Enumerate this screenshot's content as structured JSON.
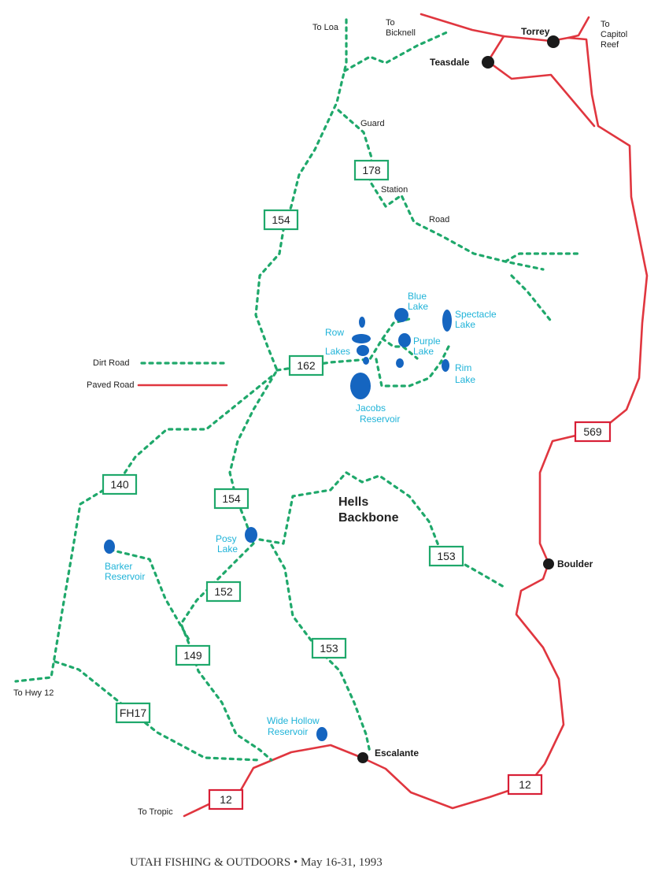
{
  "colors": {
    "dirt_road": "#1fa86b",
    "paved_road": "#e0363f",
    "lake": "#1565c0",
    "lake_label": "#1fb3d8"
  },
  "legend": {
    "dirt_road": "Dirt Road",
    "paved_road": "Paved Road"
  },
  "directions": {
    "to_loa": "To Loa",
    "to_bicknell": [
      "To",
      "Bicknell"
    ],
    "to_capitol_reef": [
      "To",
      "Capitol",
      "Reef"
    ],
    "to_hwy12": "To Hwy 12",
    "to_tropic": "To Tropic"
  },
  "towns": {
    "torrey": "Torrey",
    "teasdale": "Teasdale",
    "boulder": "Boulder",
    "escalante": "Escalante"
  },
  "guard_station": [
    "Guard",
    "Station",
    "Road"
  ],
  "area": [
    "Hells",
    "Backbone"
  ],
  "lakes": {
    "blue": [
      "Blue",
      "Lake"
    ],
    "spectacle": [
      "Spectacle",
      "Lake"
    ],
    "row": [
      "Row",
      "Lakes"
    ],
    "purple": [
      "Purple",
      "Lake"
    ],
    "rim": [
      "Rim",
      "Lake"
    ],
    "jacobs": [
      "Jacobs",
      "Reservoir"
    ],
    "posy": [
      "Posy",
      "Lake"
    ],
    "barker": [
      "Barker",
      "Reservoir"
    ],
    "wide_hollow": [
      "Wide Hollow",
      "Reservoir"
    ]
  },
  "route_shields": {
    "r178": "178",
    "r154a": "154",
    "r162": "162",
    "r140": "140",
    "r154b": "154",
    "r152": "152",
    "r149": "149",
    "r153a": "153",
    "r153b": "153",
    "rFH17": "FH17",
    "r569": "569",
    "r12a": "12",
    "r12b": "12"
  },
  "caption": "UTAH FISHING & OUTDOORS • May 16-31, 1993"
}
